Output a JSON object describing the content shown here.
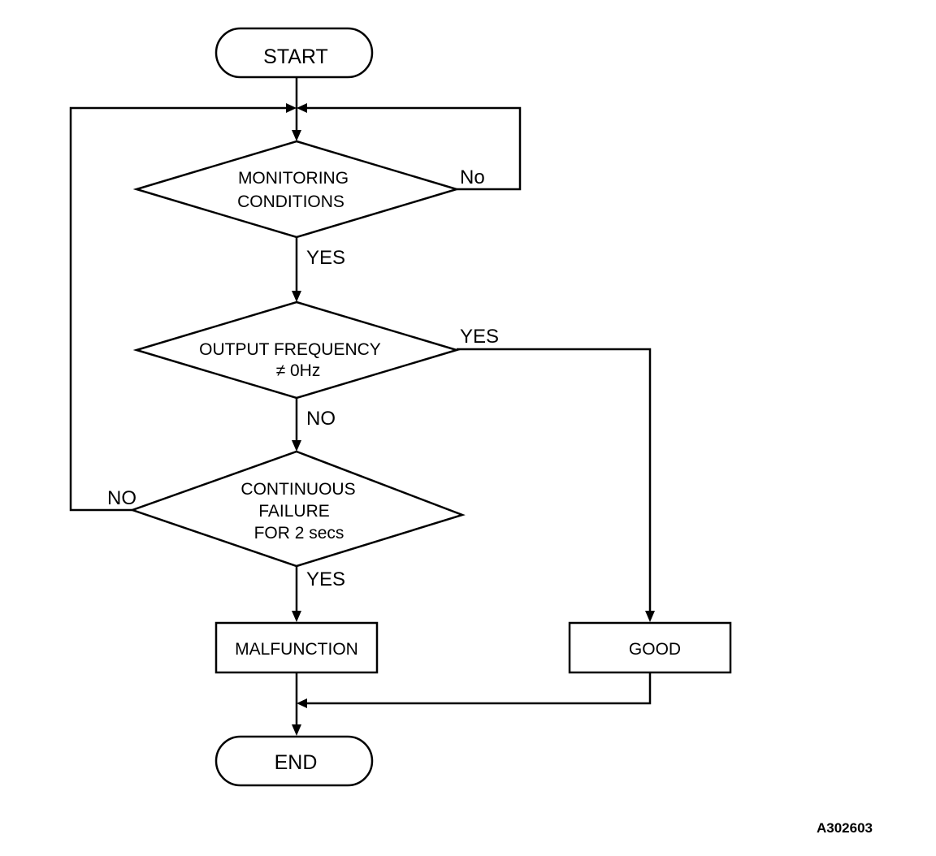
{
  "nodes": {
    "start": "START",
    "monitoring": [
      "MONITORING",
      "CONDITIONS"
    ],
    "output_frequency": [
      "OUTPUT FREQUENCY",
      "≠ 0Hz"
    ],
    "continuous_failure": [
      "CONTINUOUS",
      "FAILURE",
      "FOR 2 secs"
    ],
    "malfunction": "MALFUNCTION",
    "good": "GOOD",
    "end": "END"
  },
  "edge_labels": {
    "monitoring_no": "No",
    "monitoring_yes": "YES",
    "output_yes": "YES",
    "output_no": "NO",
    "failure_no": "NO",
    "failure_yes": "YES"
  },
  "figure_id": "A302603"
}
